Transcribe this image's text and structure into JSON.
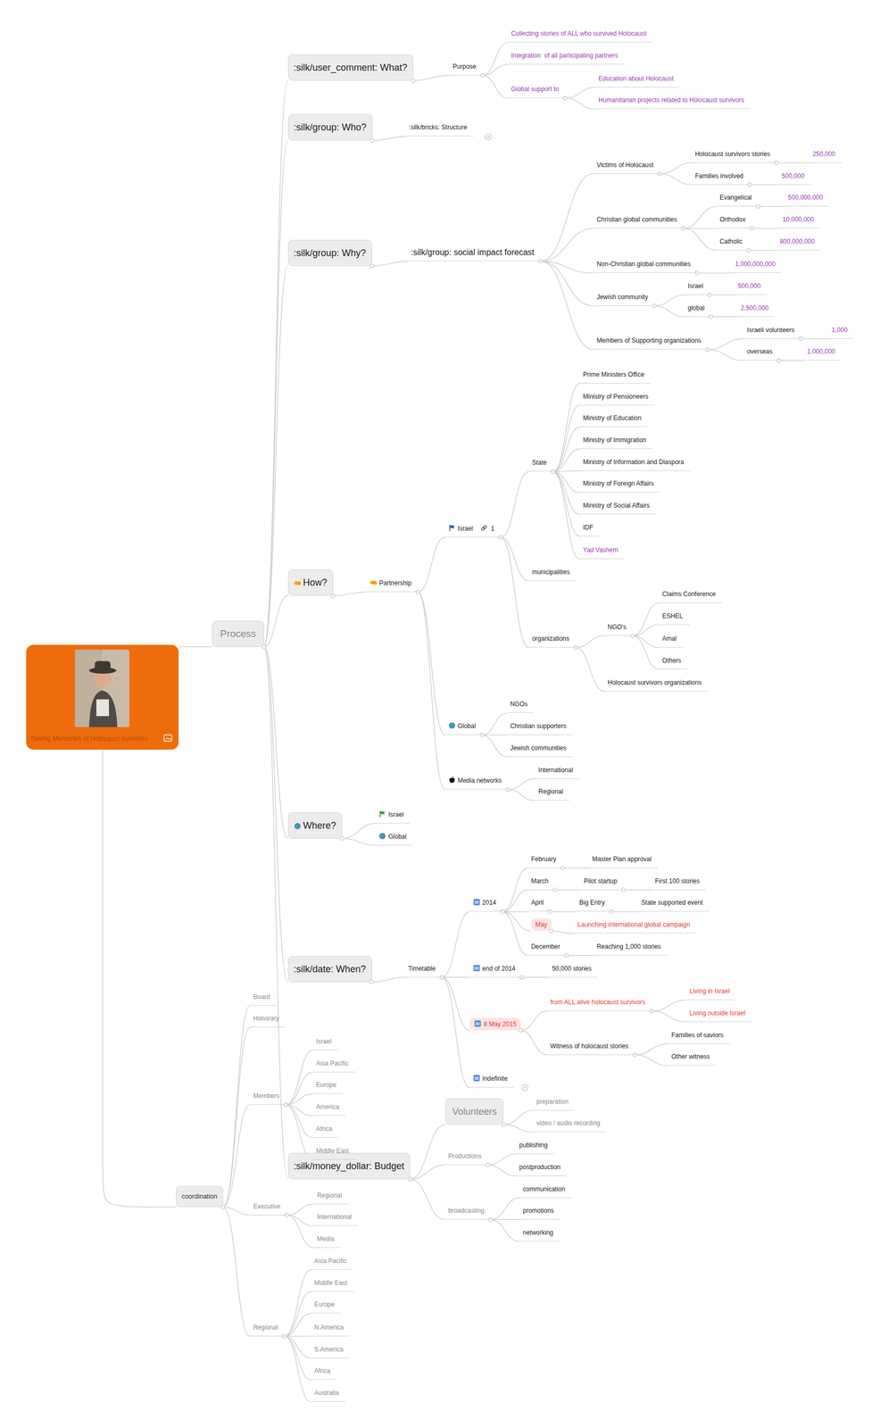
{
  "diagram": {
    "nodes": [
      {
        "text": [
          "Saving Memories of Holocaust survivors"
        ]
      },
      {
        "text": [
          "Process"
        ]
      },
      {
        "text": [
          ":silk/user_comment: What?"
        ]
      },
      {
        "text": [
          "Purpose"
        ]
      },
      {
        "text": [
          "Collecting stories of ALL who survived Holocaust"
        ]
      },
      {
        "text": [
          "Integration  of all participating partners"
        ]
      },
      {
        "text": [
          "Global support to"
        ]
      },
      {
        "text": [
          "Education about Holocaust"
        ]
      },
      {
        "text": [
          "Humanitarian projects related to Holocaust survivors"
        ]
      },
      {
        "text": [
          ":silk/group: Who?"
        ]
      },
      {
        "text": [
          ":silk/bricks: Structure"
        ]
      },
      {
        "text": [
          ":silk/group: Why?"
        ]
      },
      {
        "text": [
          ":silk/group: social impact forecast"
        ]
      },
      {
        "text": [
          "Victims of Holocaust"
        ]
      },
      {
        "text": [
          "Holocaust survivors stories"
        ]
      },
      {
        "text": [
          "250,000"
        ]
      },
      {
        "text": [
          "Families involved"
        ]
      },
      {
        "text": [
          "500,000"
        ]
      },
      {
        "text": [
          "Christian global communities"
        ]
      },
      {
        "text": [
          "Evangelical"
        ]
      },
      {
        "text": [
          "500,000,000"
        ]
      },
      {
        "text": [
          "Orthodox"
        ]
      },
      {
        "text": [
          "10,000,000"
        ]
      },
      {
        "text": [
          "Catholic"
        ]
      },
      {
        "text": [
          "800,000,000"
        ]
      },
      {
        "text": [
          "Non-Christian global communities"
        ]
      },
      {
        "text": [
          "1,000,000,000"
        ]
      },
      {
        "text": [
          "Jewish community"
        ]
      },
      {
        "text": [
          "Israel"
        ]
      },
      {
        "text": [
          "500,000"
        ]
      },
      {
        "text": [
          "global"
        ]
      },
      {
        "text": [
          "2,500,000"
        ]
      },
      {
        "text": [
          "Members of Supporting organizations"
        ]
      },
      {
        "text": [
          "Israeli volunteers"
        ]
      },
      {
        "text": [
          "1,000"
        ]
      },
      {
        "text": [
          "overseas"
        ]
      },
      {
        "text": [
          "1,000,000"
        ]
      },
      {
        "text": [
          "How?"
        ]
      },
      {
        "text": [
          "Partnership"
        ]
      },
      {
        "text": [
          "Israel",
          "1"
        ]
      },
      {
        "text": [
          "State"
        ]
      },
      {
        "text": [
          "Prime Ministers Office"
        ]
      },
      {
        "text": [
          "Ministry of Pensioneers"
        ]
      },
      {
        "text": [
          "Ministry of Education"
        ]
      },
      {
        "text": [
          "Ministry of Immigration"
        ]
      },
      {
        "text": [
          "Ministry of Information and Diaspora"
        ]
      },
      {
        "text": [
          "Ministry of Foreign Affairs"
        ]
      },
      {
        "text": [
          "Ministry of Social Affairs"
        ]
      },
      {
        "text": [
          "IDF"
        ]
      },
      {
        "text": [
          "Yad Vashem"
        ]
      },
      {
        "text": [
          "municipalities"
        ]
      },
      {
        "text": [
          "organizations"
        ]
      },
      {
        "text": [
          "NGO's"
        ]
      },
      {
        "text": [
          "Claims Conference"
        ]
      },
      {
        "text": [
          "ESHEL"
        ]
      },
      {
        "text": [
          "Amal"
        ]
      },
      {
        "text": [
          "Others"
        ]
      },
      {
        "text": [
          "Holocaust survivors organizations"
        ]
      },
      {
        "text": [
          "Global"
        ]
      },
      {
        "text": [
          "NGOs"
        ]
      },
      {
        "text": [
          "Christian supporters"
        ]
      },
      {
        "text": [
          "Jewish communities"
        ]
      },
      {
        "text": [
          "Media networks"
        ]
      },
      {
        "text": [
          "International"
        ]
      },
      {
        "text": [
          "Regional"
        ]
      },
      {
        "text": [
          "Where?"
        ]
      },
      {
        "text": [
          "Israel"
        ]
      },
      {
        "text": [
          "Global"
        ]
      },
      {
        "text": [
          ":silk/date: When?"
        ]
      },
      {
        "text": [
          "Timetable"
        ]
      },
      {
        "text": [
          "2014"
        ]
      },
      {
        "text": [
          "February"
        ]
      },
      {
        "text": [
          "Master Plan approval"
        ]
      },
      {
        "text": [
          "March"
        ]
      },
      {
        "text": [
          "Pilot startup"
        ]
      },
      {
        "text": [
          "First 100 stories"
        ]
      },
      {
        "text": [
          "April"
        ]
      },
      {
        "text": [
          "Big Entry"
        ]
      },
      {
        "text": [
          "State supported event"
        ]
      },
      {
        "text": [
          "May"
        ]
      },
      {
        "text": [
          "Launching international global campaign"
        ]
      },
      {
        "text": [
          "December"
        ]
      },
      {
        "text": [
          "Reaching 1,000 stories"
        ]
      },
      {
        "text": [
          "end of 2014"
        ]
      },
      {
        "text": [
          "50,000 stories"
        ]
      },
      {
        "text": [
          "8 May 2015"
        ]
      },
      {
        "text": [
          "from ALL alive holocaust survivors"
        ]
      },
      {
        "text": [
          "Living in Israel"
        ]
      },
      {
        "text": [
          "Living outside Israel"
        ]
      },
      {
        "text": [
          "Witness of holocaust stories"
        ]
      },
      {
        "text": [
          "Families of saviors"
        ]
      },
      {
        "text": [
          "Other witness"
        ]
      },
      {
        "text": [
          "Indefinite"
        ]
      },
      {
        "text": [
          ":silk/money_dollar: Budget"
        ]
      },
      {
        "text": [
          "Volunteers"
        ]
      },
      {
        "text": [
          "preparation"
        ]
      },
      {
        "text": [
          "video / audio recording"
        ]
      },
      {
        "text": [
          "Productions"
        ]
      },
      {
        "text": [
          "publishing"
        ]
      },
      {
        "text": [
          "postproduction"
        ]
      },
      {
        "text": [
          "broadcasting"
        ]
      },
      {
        "text": [
          "communication"
        ]
      },
      {
        "text": [
          "promotions"
        ]
      },
      {
        "text": [
          "networking"
        ]
      },
      {
        "text": [
          "coordination"
        ]
      },
      {
        "text": [
          "Board"
        ]
      },
      {
        "text": [
          "Honorary"
        ]
      },
      {
        "text": [
          "Members"
        ]
      },
      {
        "text": [
          "Israel"
        ]
      },
      {
        "text": [
          "Asia Pacific"
        ]
      },
      {
        "text": [
          "Europe"
        ]
      },
      {
        "text": [
          "America"
        ]
      },
      {
        "text": [
          "Africa"
        ]
      },
      {
        "text": [
          "Middle East"
        ]
      },
      {
        "text": [
          "Executive"
        ]
      },
      {
        "text": [
          "Regional"
        ]
      },
      {
        "text": [
          "International"
        ]
      },
      {
        "text": [
          "Media"
        ]
      },
      {
        "text": [
          "Regional"
        ]
      },
      {
        "text": [
          "Asia Pacific"
        ]
      },
      {
        "text": [
          "Middle East"
        ]
      },
      {
        "text": [
          "Europe"
        ]
      },
      {
        "text": [
          "N.America"
        ]
      },
      {
        "text": [
          "S.America"
        ]
      },
      {
        "text": [
          "Africa"
        ]
      },
      {
        "text": [
          "Australia"
        ]
      }
    ],
    "edges": [
      {
        "from": 0,
        "to": 1,
        "arrow": "none"
      },
      {
        "from": 1,
        "to": 2,
        "arrow": "none"
      },
      {
        "from": 2,
        "to": 3,
        "arrow": "none"
      },
      {
        "from": 3,
        "to": 4,
        "arrow": "none"
      },
      {
        "from": 3,
        "to": 5,
        "arrow": "none"
      },
      {
        "from": 3,
        "to": 6,
        "arrow": "none"
      },
      {
        "from": 6,
        "to": 7,
        "arrow": "none"
      },
      {
        "from": 6,
        "to": 8,
        "arrow": "none"
      },
      {
        "from": 1,
        "to": 9,
        "arrow": "none"
      },
      {
        "from": 9,
        "to": 10,
        "arrow": "none"
      },
      {
        "from": 1,
        "to": 11,
        "arrow": "none"
      },
      {
        "from": 11,
        "to": 12,
        "arrow": "none"
      },
      {
        "from": 12,
        "to": 13,
        "arrow": "none"
      },
      {
        "from": 13,
        "to": 14,
        "arrow": "none"
      },
      {
        "from": 14,
        "to": 15,
        "arrow": "none"
      },
      {
        "from": 13,
        "to": 16,
        "arrow": "none"
      },
      {
        "from": 16,
        "to": 17,
        "arrow": "none"
      },
      {
        "from": 12,
        "to": 18,
        "arrow": "none"
      },
      {
        "from": 18,
        "to": 19,
        "arrow": "none"
      },
      {
        "from": 19,
        "to": 20,
        "arrow": "none"
      },
      {
        "from": 18,
        "to": 21,
        "arrow": "none"
      },
      {
        "from": 21,
        "to": 22,
        "arrow": "none"
      },
      {
        "from": 18,
        "to": 23,
        "arrow": "none"
      },
      {
        "from": 23,
        "to": 24,
        "arrow": "none"
      },
      {
        "from": 12,
        "to": 25,
        "arrow": "none"
      },
      {
        "from": 25,
        "to": 26,
        "arrow": "none"
      },
      {
        "from": 12,
        "to": 27,
        "arrow": "none"
      },
      {
        "from": 27,
        "to": 28,
        "arrow": "none"
      },
      {
        "from": 28,
        "to": 29,
        "arrow": "none"
      },
      {
        "from": 27,
        "to": 30,
        "arrow": "none"
      },
      {
        "from": 30,
        "to": 31,
        "arrow": "none"
      },
      {
        "from": 12,
        "to": 32,
        "arrow": "none"
      },
      {
        "from": 32,
        "to": 33,
        "arrow": "none"
      },
      {
        "from": 33,
        "to": 34,
        "arrow": "none"
      },
      {
        "from": 32,
        "to": 35,
        "arrow": "none"
      },
      {
        "from": 35,
        "to": 36,
        "arrow": "none"
      },
      {
        "from": 1,
        "to": 37,
        "arrow": "none"
      },
      {
        "from": 37,
        "to": 38,
        "arrow": "none"
      },
      {
        "from": 38,
        "to": 39,
        "arrow": "none"
      },
      {
        "from": 39,
        "to": 40,
        "arrow": "none"
      },
      {
        "from": 40,
        "to": 41,
        "arrow": "none"
      },
      {
        "from": 40,
        "to": 42,
        "arrow": "none"
      },
      {
        "from": 40,
        "to": 43,
        "arrow": "none"
      },
      {
        "from": 40,
        "to": 44,
        "arrow": "none"
      },
      {
        "from": 40,
        "to": 45,
        "arrow": "none"
      },
      {
        "from": 40,
        "to": 46,
        "arrow": "none"
      },
      {
        "from": 40,
        "to": 47,
        "arrow": "none"
      },
      {
        "from": 40,
        "to": 48,
        "arrow": "none"
      },
      {
        "from": 40,
        "to": 49,
        "arrow": "none"
      },
      {
        "from": 39,
        "to": 50,
        "arrow": "none"
      },
      {
        "from": 39,
        "to": 51,
        "arrow": "none"
      },
      {
        "from": 51,
        "to": 52,
        "arrow": "none"
      },
      {
        "from": 52,
        "to": 53,
        "arrow": "none"
      },
      {
        "from": 52,
        "to": 54,
        "arrow": "none"
      },
      {
        "from": 52,
        "to": 55,
        "arrow": "none"
      },
      {
        "from": 52,
        "to": 56,
        "arrow": "none"
      },
      {
        "from": 51,
        "to": 57,
        "arrow": "none"
      },
      {
        "from": 38,
        "to": 58,
        "arrow": "none"
      },
      {
        "from": 58,
        "to": 59,
        "arrow": "none"
      },
      {
        "from": 58,
        "to": 60,
        "arrow": "none"
      },
      {
        "from": 58,
        "to": 61,
        "arrow": "none"
      },
      {
        "from": 38,
        "to": 62,
        "arrow": "none"
      },
      {
        "from": 62,
        "to": 63,
        "arrow": "none"
      },
      {
        "from": 62,
        "to": 64,
        "arrow": "none"
      },
      {
        "from": 1,
        "to": 65,
        "arrow": "none"
      },
      {
        "from": 65,
        "to": 66,
        "arrow": "none"
      },
      {
        "from": 65,
        "to": 67,
        "arrow": "none"
      },
      {
        "from": 1,
        "to": 68,
        "arrow": "none"
      },
      {
        "from": 68,
        "to": 69,
        "arrow": "none"
      },
      {
        "from": 69,
        "to": 70,
        "arrow": "none"
      },
      {
        "from": 70,
        "to": 71,
        "arrow": "none"
      },
      {
        "from": 71,
        "to": 72,
        "arrow": "none"
      },
      {
        "from": 70,
        "to": 73,
        "arrow": "none"
      },
      {
        "from": 73,
        "to": 74,
        "arrow": "none"
      },
      {
        "from": 74,
        "to": 75,
        "arrow": "none"
      },
      {
        "from": 70,
        "to": 76,
        "arrow": "none"
      },
      {
        "from": 76,
        "to": 77,
        "arrow": "none"
      },
      {
        "from": 77,
        "to": 78,
        "arrow": "none"
      },
      {
        "from": 70,
        "to": 79,
        "arrow": "none"
      },
      {
        "from": 79,
        "to": 80,
        "arrow": "none"
      },
      {
        "from": 70,
        "to": 81,
        "arrow": "none"
      },
      {
        "from": 81,
        "to": 82,
        "arrow": "none"
      },
      {
        "from": 69,
        "to": 83,
        "arrow": "none"
      },
      {
        "from": 83,
        "to": 84,
        "arrow": "none"
      },
      {
        "from": 69,
        "to": 85,
        "arrow": "none"
      },
      {
        "from": 85,
        "to": 86,
        "arrow": "none"
      },
      {
        "from": 86,
        "to": 87,
        "arrow": "none"
      },
      {
        "from": 86,
        "to": 88,
        "arrow": "none"
      },
      {
        "from": 85,
        "to": 89,
        "arrow": "none"
      },
      {
        "from": 89,
        "to": 90,
        "arrow": "none"
      },
      {
        "from": 89,
        "to": 91,
        "arrow": "none"
      },
      {
        "from": 69,
        "to": 92,
        "arrow": "none"
      },
      {
        "from": 1,
        "to": 93,
        "arrow": "none"
      },
      {
        "from": 93,
        "to": 94,
        "arrow": "none"
      },
      {
        "from": 94,
        "to": 95,
        "arrow": "none"
      },
      {
        "from": 94,
        "to": 96,
        "arrow": "none"
      },
      {
        "from": 93,
        "to": 97,
        "arrow": "none"
      },
      {
        "from": 97,
        "to": 98,
        "arrow": "none"
      },
      {
        "from": 97,
        "to": 99,
        "arrow": "none"
      },
      {
        "from": 93,
        "to": 100,
        "arrow": "none"
      },
      {
        "from": 100,
        "to": 101,
        "arrow": "none"
      },
      {
        "from": 100,
        "to": 102,
        "arrow": "none"
      },
      {
        "from": 100,
        "to": 103,
        "arrow": "none"
      },
      {
        "from": 0,
        "to": 104,
        "arrow": "none"
      },
      {
        "from": 104,
        "to": 105,
        "arrow": "none"
      },
      {
        "from": 104,
        "to": 106,
        "arrow": "none"
      },
      {
        "from": 104,
        "to": 107,
        "arrow": "none"
      },
      {
        "from": 107,
        "to": 108,
        "arrow": "none"
      },
      {
        "from": 107,
        "to": 109,
        "arrow": "none"
      },
      {
        "from": 107,
        "to": 110,
        "arrow": "none"
      },
      {
        "from": 107,
        "to": 111,
        "arrow": "none"
      },
      {
        "from": 107,
        "to": 112,
        "arrow": "none"
      },
      {
        "from": 107,
        "to": 113,
        "arrow": "none"
      },
      {
        "from": 104,
        "to": 114,
        "arrow": "none"
      },
      {
        "from": 114,
        "to": 115,
        "arrow": "none"
      },
      {
        "from": 114,
        "to": 116,
        "arrow": "none"
      },
      {
        "from": 114,
        "to": 117,
        "arrow": "none"
      },
      {
        "from": 104,
        "to": 118,
        "arrow": "none"
      },
      {
        "from": 118,
        "to": 119,
        "arrow": "none"
      },
      {
        "from": 118,
        "to": 120,
        "arrow": "none"
      },
      {
        "from": 118,
        "to": 121,
        "arrow": "none"
      },
      {
        "from": 118,
        "to": 122,
        "arrow": "none"
      },
      {
        "from": 118,
        "to": 123,
        "arrow": "none"
      },
      {
        "from": 118,
        "to": 124,
        "arrow": "none"
      },
      {
        "from": 118,
        "to": 125,
        "arrow": "none"
      }
    ]
  }
}
